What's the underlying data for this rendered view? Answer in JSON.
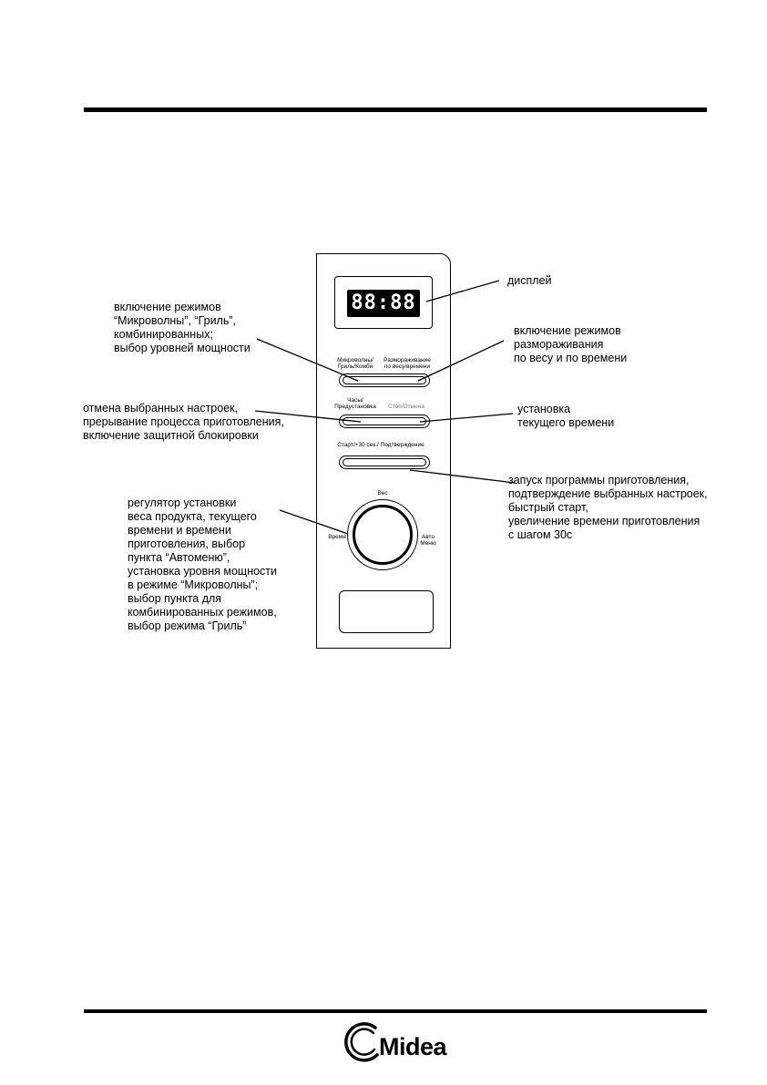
{
  "display": {
    "digits": "88:88"
  },
  "panel": {
    "btn1_left_label": "Микроволны/\nГриль/Комби",
    "btn1_right_label": "Размораживание\nпо весу/времени",
    "btn2_left_label": "Часы/\nПредустановка",
    "btn2_right_label": "Стоп/Отмена",
    "btn3_label": "Старт/+30 сек./ Подтверждение",
    "dial_top": "Вес",
    "dial_left": "Время",
    "dial_right": "Авто\nМеню"
  },
  "annotations": {
    "display": "дисплей",
    "modes": "включение режимов\n“Микроволны”, “Гриль”,\nкомбинированных;\nвыбор уровней мощности",
    "defrost": "включение режимов\nразмораживания\nпо весу и по времени",
    "cancel": "отмена выбранных настроек,\nпрерывание процесса приготовления,\nвключение защитной блокировки",
    "clock": "установка\nтекущего времени",
    "start": "запуск программы приготовления,\nподтверждение выбранных настроек,\nбыстрый старт,\nувеличение времени приготовления\nс шагом 30с",
    "dial": "регулятор установки\nвеса продукта, текущего\nвремени и времени\nприготовления, выбор\nпункта “Автоменю”,\nустановка уровня мощности\nв режиме “Микроволны”;\nвыбор пункта для\nкомбинированных режимов,\nвыбор режима “Гриль”"
  },
  "footer": {
    "logo": "Midea"
  }
}
